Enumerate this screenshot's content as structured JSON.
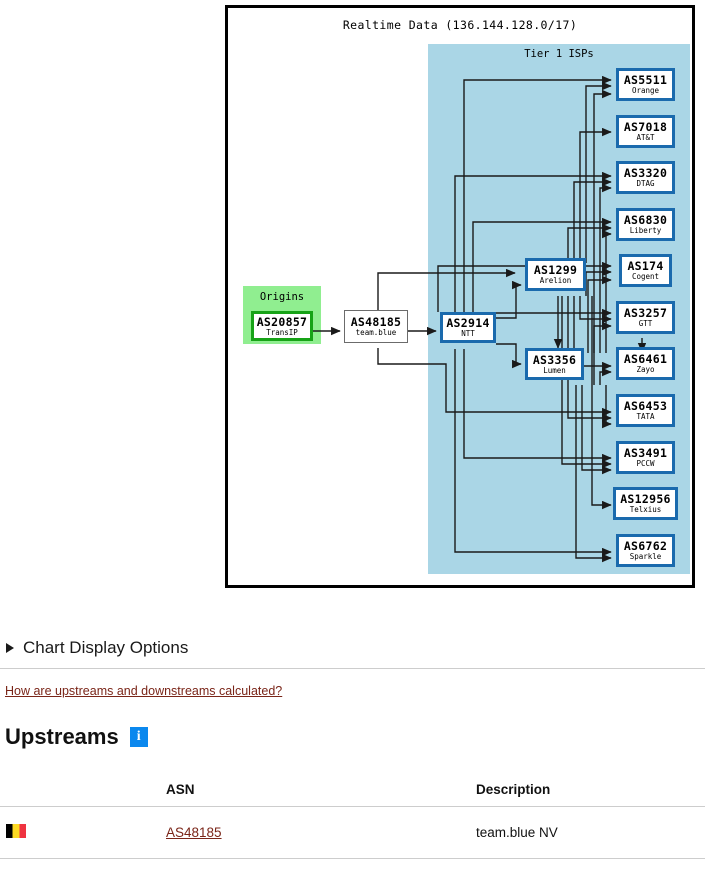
{
  "chart": {
    "title": "Realtime Data (136.144.128.0/17)",
    "tier1_label": "Tier 1 ISPs",
    "origins_label": "Origins",
    "colors": {
      "tier1_band": "#aad6e6",
      "tier1_node_border": "#1a6aad",
      "origins_cluster": "#90ee90",
      "origin_node_border": "#17a317",
      "plain_node_border": "#6b6b6b",
      "frame_border": "#000000"
    },
    "nodes": {
      "origin": {
        "asn": "AS20857",
        "name": "TransIP"
      },
      "upstream": {
        "asn": "AS48185",
        "name": "team.blue"
      },
      "transit": {
        "asn": "AS2914",
        "name": "NTT"
      },
      "mid": [
        {
          "asn": "AS1299",
          "name": "Arelion"
        },
        {
          "asn": "AS3356",
          "name": "Lumen"
        }
      ],
      "tier1": [
        {
          "asn": "AS5511",
          "name": "Orange"
        },
        {
          "asn": "AS7018",
          "name": "AT&T"
        },
        {
          "asn": "AS3320",
          "name": "DTAG"
        },
        {
          "asn": "AS6830",
          "name": "Liberty"
        },
        {
          "asn": "AS174",
          "name": "Cogent"
        },
        {
          "asn": "AS3257",
          "name": "GTT"
        },
        {
          "asn": "AS6461",
          "name": "Zayo"
        },
        {
          "asn": "AS6453",
          "name": "TATA"
        },
        {
          "asn": "AS3491",
          "name": "PCCW"
        },
        {
          "asn": "AS12956",
          "name": "Telxius"
        },
        {
          "asn": "AS6762",
          "name": "Sparkle"
        }
      ]
    }
  },
  "chart_data": {
    "type": "diagram",
    "title": "Realtime Data (136.144.128.0/17)",
    "groups": [
      "Origins",
      "Tier 1 ISPs"
    ],
    "nodes": [
      "AS20857 TransIP",
      "AS48185 team.blue",
      "AS2914 NTT",
      "AS1299 Arelion",
      "AS3356 Lumen",
      "AS5511 Orange",
      "AS7018 AT&T",
      "AS3320 DTAG",
      "AS6830 Liberty",
      "AS174 Cogent",
      "AS3257 GTT",
      "AS6461 Zayo",
      "AS6453 TATA",
      "AS3491 PCCW",
      "AS12956 Telxius",
      "AS6762 Sparkle"
    ],
    "edges": [
      [
        "AS20857",
        "AS48185"
      ],
      [
        "AS48185",
        "AS2914"
      ],
      [
        "AS2914",
        "AS1299"
      ],
      [
        "AS2914",
        "AS3356"
      ],
      [
        "AS1299",
        "AS3356"
      ],
      [
        "AS3257",
        "AS6461"
      ]
    ]
  },
  "options": {
    "chart_display_options": "Chart Display Options",
    "expanded": false
  },
  "links": {
    "calculation_help": "How are upstreams and downstreams calculated?"
  },
  "upstreams": {
    "heading": "Upstreams",
    "info_icon_glyph": "i",
    "columns": [
      "",
      "ASN",
      "Description"
    ],
    "rows": [
      {
        "flag": "BE",
        "asn": "AS48185",
        "description": "team.blue NV"
      }
    ]
  }
}
